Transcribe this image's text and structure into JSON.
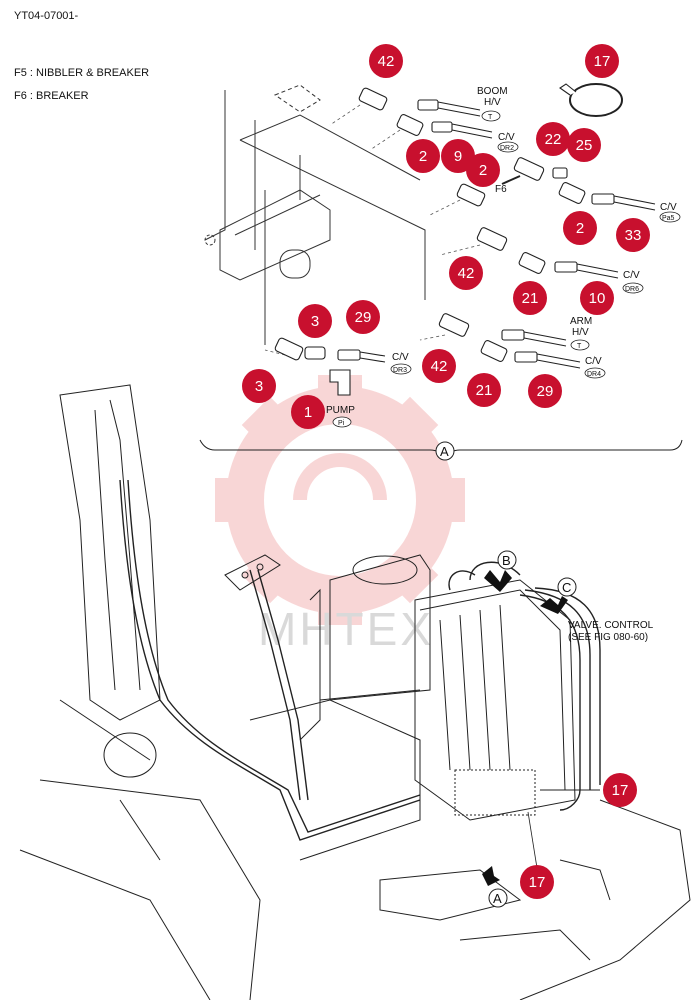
{
  "header": {
    "code": "YT04-07001-",
    "legend": [
      "F5 : NIBBLER & BREAKER",
      "F6 : BREAKER"
    ]
  },
  "callouts": [
    {
      "id": "c1",
      "label": "42"
    },
    {
      "id": "c2",
      "label": "17"
    },
    {
      "id": "c3",
      "label": "22"
    },
    {
      "id": "c4",
      "label": "25"
    },
    {
      "id": "c5",
      "label": "2"
    },
    {
      "id": "c6",
      "label": "9"
    },
    {
      "id": "c7",
      "label": "2"
    },
    {
      "id": "c8",
      "label": "2"
    },
    {
      "id": "c9",
      "label": "33"
    },
    {
      "id": "c10",
      "label": "42"
    },
    {
      "id": "c11",
      "label": "21"
    },
    {
      "id": "c12",
      "label": "10"
    },
    {
      "id": "c13",
      "label": "3"
    },
    {
      "id": "c14",
      "label": "29"
    },
    {
      "id": "c15",
      "label": "42"
    },
    {
      "id": "c16",
      "label": "3"
    },
    {
      "id": "c17",
      "label": "1"
    },
    {
      "id": "c18",
      "label": "21"
    },
    {
      "id": "c19",
      "label": "29"
    },
    {
      "id": "c20",
      "label": "17"
    },
    {
      "id": "c21",
      "label": "17"
    }
  ],
  "port_labels": {
    "boom": "BOOM",
    "hv1": "H/V",
    "t1": "T",
    "cv_dr2": "C/V",
    "dr2": "DR2",
    "f6": "F6",
    "cv_pa5": "C/V",
    "pa5": "Pa5",
    "cv_dr6": "C/V",
    "dr6": "DR6",
    "arm": "ARM",
    "hv2": "H/V",
    "t2": "T",
    "cv_dr3": "C/V",
    "dr3": "DR3",
    "cv_dr4": "C/V",
    "dr4": "DR4",
    "pump": "PUMP",
    "pi": "Pi"
  },
  "view_markers": {
    "a_section": "A",
    "a_arrow": "A",
    "b_arrow": "B",
    "c_arrow": "C"
  },
  "notes": {
    "valve_line1": "VALVE. CONTROL",
    "valve_line2": "(SEE FIG 080-60)"
  },
  "watermark": {
    "text": "MHTEX"
  },
  "colors": {
    "callout": "#c8102e",
    "line": "#222222",
    "watermark": "#f4b6b6"
  }
}
